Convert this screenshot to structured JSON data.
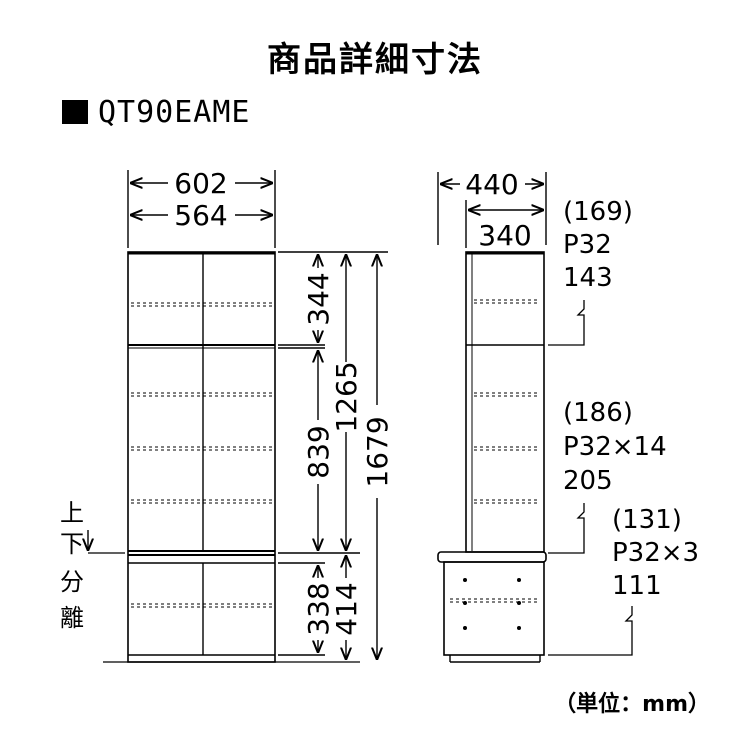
{
  "title": "商品詳細寸法",
  "model": "QT90EAME",
  "unit_note": "（単位：mm）",
  "front": {
    "width_outer": "602",
    "width_inner": "564",
    "upper_section": "344",
    "middle_section": "839",
    "upper_total": "1265",
    "overall_height": "1679",
    "lower_section": "338",
    "lower_total": "414",
    "split_label": [
      "上",
      "下",
      "分",
      "離"
    ]
  },
  "side": {
    "depth_outer": "440",
    "depth_inner": "340",
    "top_pitch": {
      "spacing": "(169)",
      "pitch": "P32",
      "value": "143"
    },
    "mid_pitch": {
      "spacing": "(186)",
      "pitch": "P32×14",
      "value": "205"
    },
    "low_pitch": {
      "spacing": "(131)",
      "pitch": "P32×3",
      "value": "111"
    }
  }
}
